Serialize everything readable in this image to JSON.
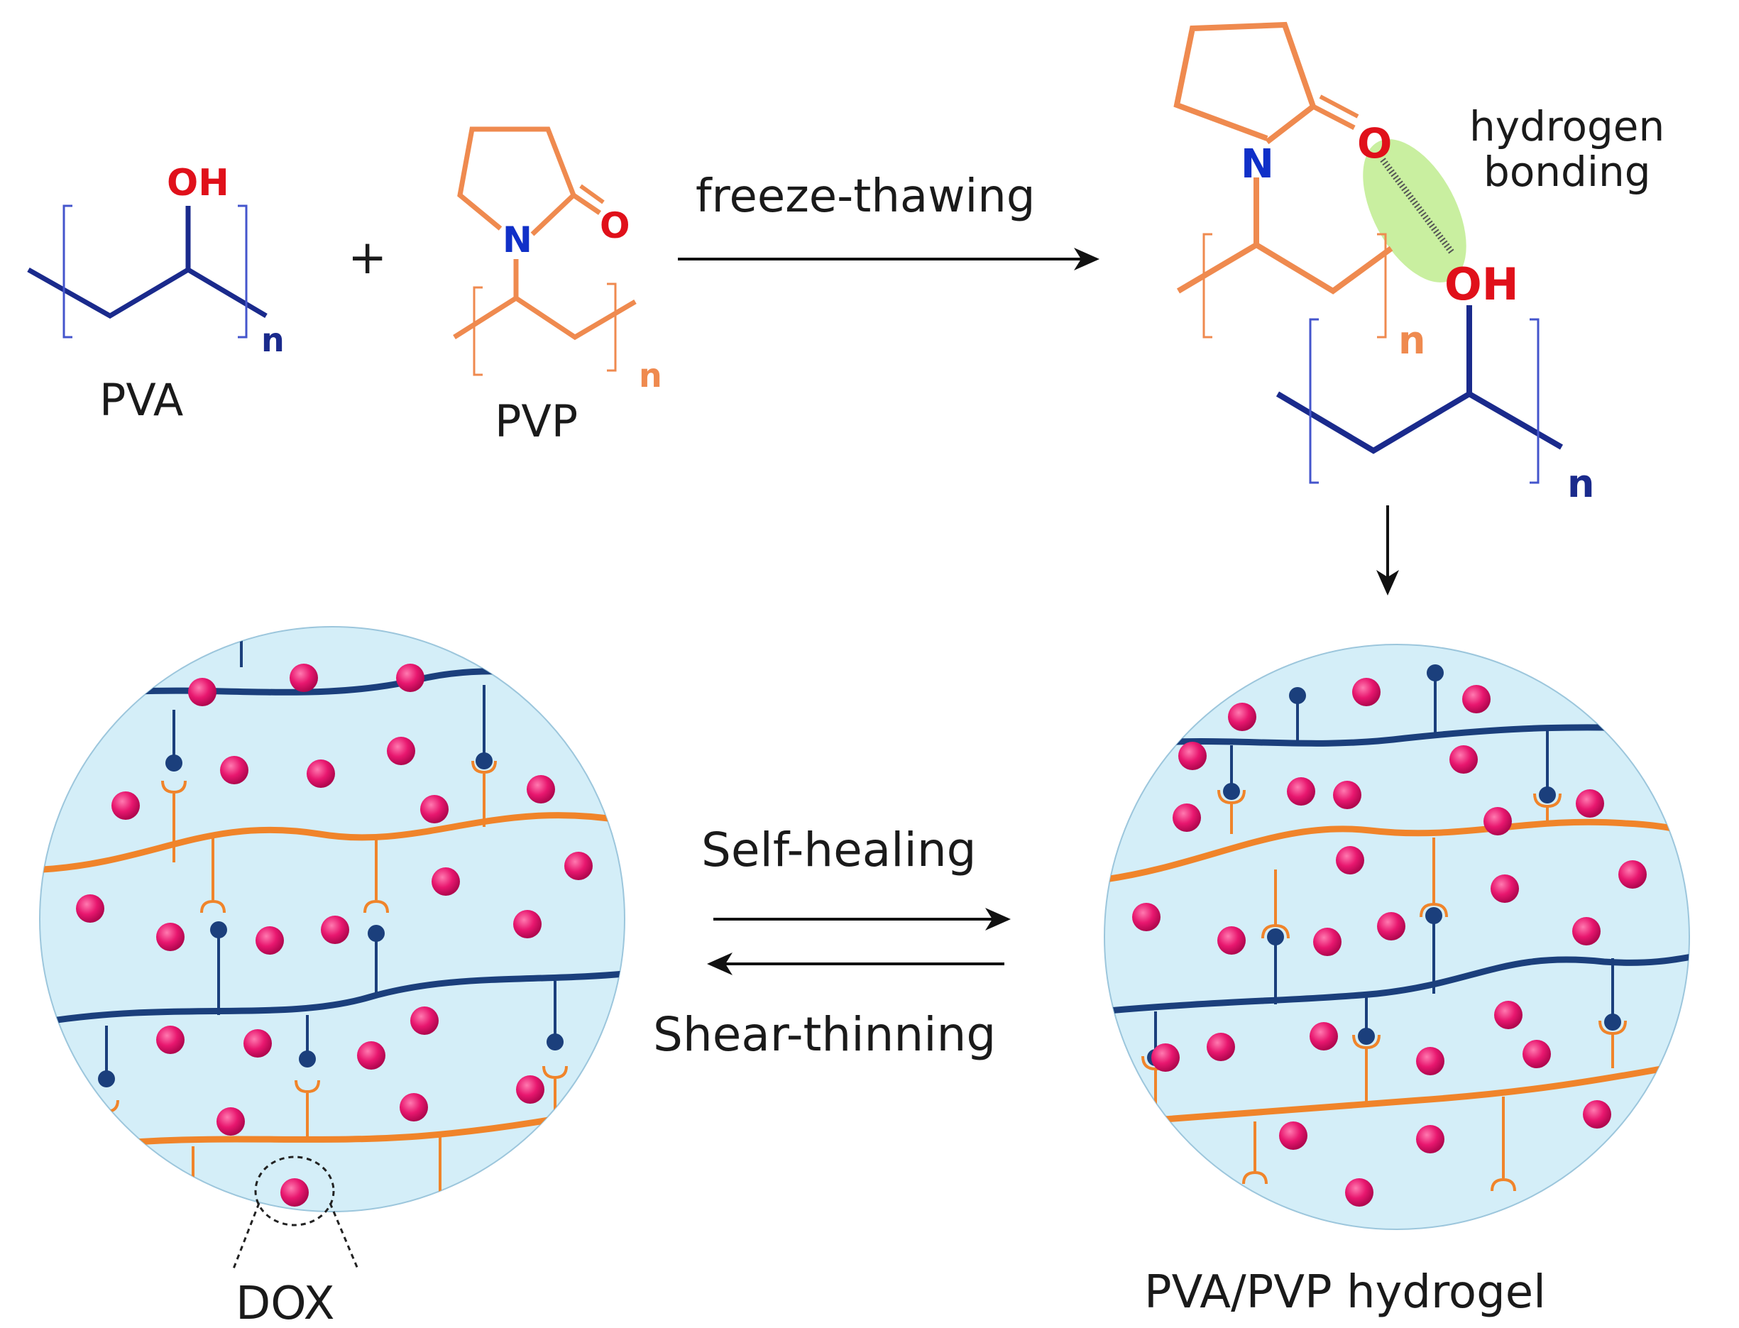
{
  "labels": {
    "plus": "+",
    "pva": "PVA",
    "pvp": "PVP",
    "freeze_thawing": "freeze-thawing",
    "hydrogen_bonding_1": "hydrogen",
    "hydrogen_bonding_2": "bonding",
    "self_healing": "Self-healing",
    "shear_thinning": "Shear-thinning",
    "dox": "DOX",
    "hydrogel": "PVA/PVP hydrogel"
  },
  "atoms": {
    "oh": "OH",
    "n": "N",
    "o": "O",
    "sub_n": "n"
  },
  "colors": {
    "pva_blue": "#1a2a8c",
    "network_blue": "#1b3f7c",
    "pvp_orange": "#ef8a4f",
    "network_orange": "#f0842a",
    "oxygen_red": "#e0101a",
    "nitrogen_blue": "#1030c8",
    "gel_fill": "#d4eef8",
    "dox_pink": "#e8176f",
    "hbond_green": "#c9efa0"
  }
}
